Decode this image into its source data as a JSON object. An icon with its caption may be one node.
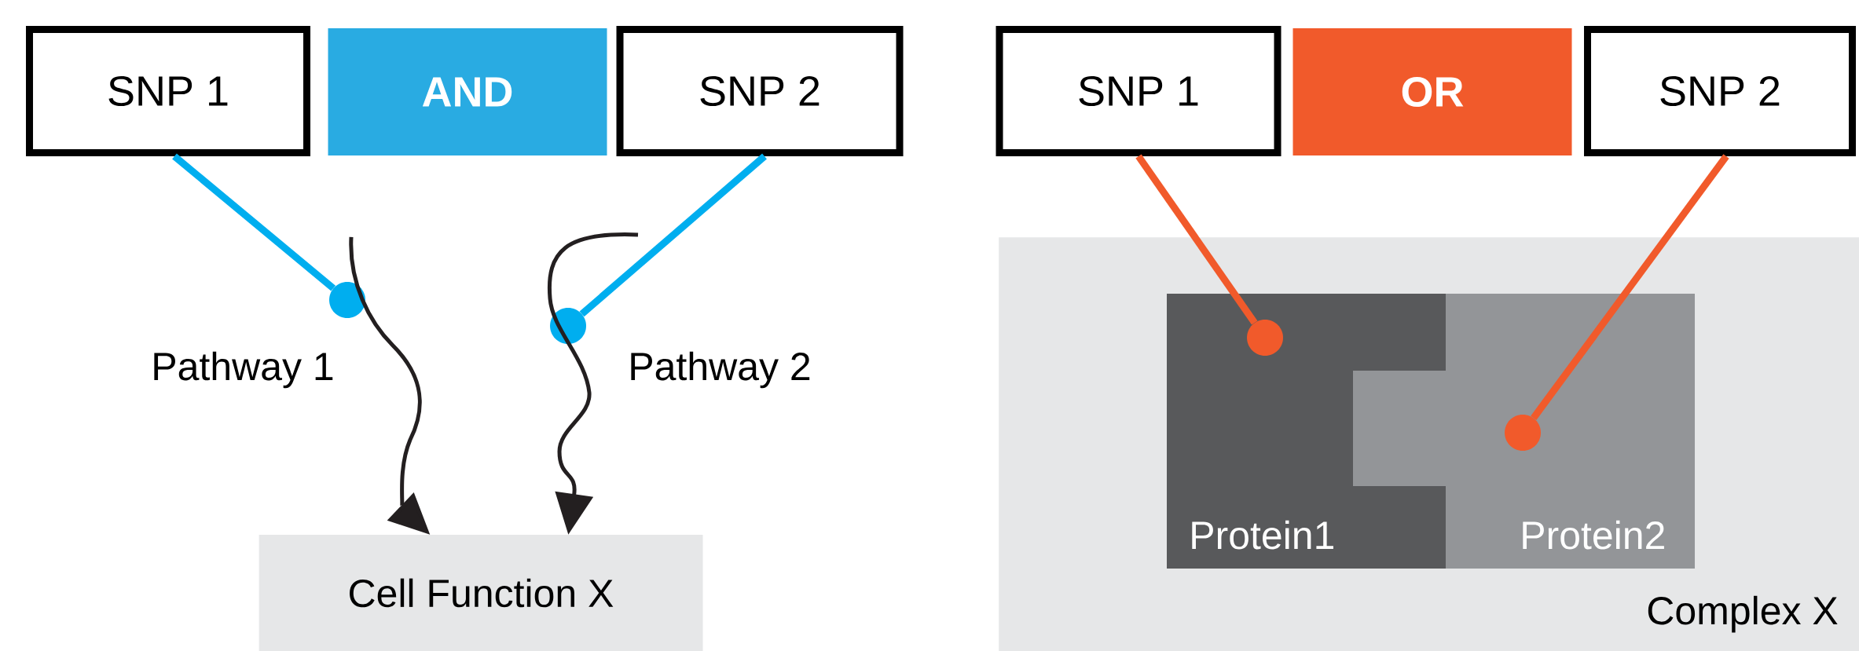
{
  "diagram": {
    "nodes": [
      {
        "text": [
          "SNP 1"
        ]
      },
      {
        "text": [
          "AND"
        ]
      },
      {
        "text": [
          "SNP 2"
        ]
      },
      {
        "text": [],
        "shape": "circle"
      },
      {
        "text": [],
        "shape": "circle"
      },
      {
        "text": [
          "Cell Function X"
        ]
      },
      {
        "text": [
          "SNP 1"
        ]
      },
      {
        "text": [
          "OR"
        ]
      },
      {
        "text": [
          "SNP 2"
        ]
      },
      {
        "text": [
          "Complex X"
        ]
      },
      {
        "text": [
          "Protein1"
        ],
        "in": 9
      },
      {
        "text": [
          "Protein2"
        ],
        "in": 9
      },
      {
        "text": [],
        "shape": "circle",
        "in": 10
      },
      {
        "text": [],
        "shape": "circle",
        "in": 11
      }
    ],
    "edges": [
      {
        "from": 0,
        "to": 3,
        "arrow": "none",
        "color": "#00aeef"
      },
      {
        "from": 2,
        "to": 4,
        "arrow": "none",
        "color": "#00aeef"
      },
      {
        "from": null,
        "to": 5,
        "arrow": "to",
        "label": "Pathway 1",
        "color": "#231f20"
      },
      {
        "from": null,
        "to": 5,
        "arrow": "to",
        "label": "Pathway 2",
        "color": "#231f20"
      },
      {
        "from": 6,
        "to": 12,
        "arrow": "none",
        "color": "#f15a2b"
      },
      {
        "from": 8,
        "to": 13,
        "arrow": "none",
        "color": "#f15a2b"
      }
    ]
  }
}
